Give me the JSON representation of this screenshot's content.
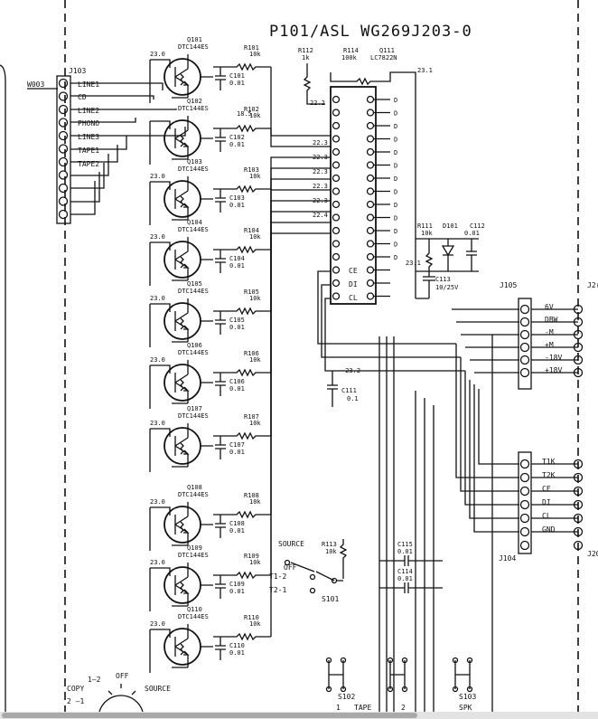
{
  "title": "P101/ASL WG269J203-0",
  "connectors": {
    "w003": "W003",
    "j103": "J103",
    "j103_pins": [
      "LINE1",
      "CD",
      "LINE2",
      "PHONO",
      "LINE3",
      "TAPE1",
      "TAPE2"
    ],
    "j105": "J105",
    "j105_pins": [
      "6V",
      "DBW",
      "-M",
      "+M",
      "-18V",
      "+18V"
    ],
    "j104": "J104",
    "j104_pins": [
      "T1K",
      "T2K",
      "CE",
      "DI",
      "CL",
      "GND"
    ],
    "j2r_top": "J2(",
    "j2r_bot": "J20"
  },
  "transistors": [
    {
      "ref": "Q101",
      "part": "DTC144ES",
      "v": "23.0",
      "r": "R101",
      "rv": "10k",
      "c": "C101",
      "cv": "0.01"
    },
    {
      "ref": "Q102",
      "part": "DTC144ES",
      "v": "18.5",
      "r": "R102",
      "rv": "10k",
      "c": "C102",
      "cv": "0.01"
    },
    {
      "ref": "Q103",
      "part": "DTC144ES",
      "v": "23.0",
      "r": "R103",
      "rv": "10k",
      "c": "C103",
      "cv": "0.01"
    },
    {
      "ref": "Q104",
      "part": "DTC144ES",
      "v": "23.0",
      "r": "R104",
      "rv": "10k",
      "c": "C104",
      "cv": "0.01"
    },
    {
      "ref": "Q105",
      "part": "DTC144ES",
      "v": "23.0",
      "r": "R105",
      "rv": "10k",
      "c": "C105",
      "cv": "0.01"
    },
    {
      "ref": "Q106",
      "part": "DTC144ES",
      "v": "23.0",
      "r": "R106",
      "rv": "10k",
      "c": "C106",
      "cv": "0.01"
    },
    {
      "ref": "Q107",
      "part": "DTC144ES",
      "v": "23.0",
      "r": "R107",
      "rv": "10k",
      "c": "C107",
      "cv": "0.01"
    },
    {
      "ref": "Q108",
      "part": "DTC144ES",
      "v": "23.0",
      "r": "R108",
      "rv": "10k",
      "c": "C108",
      "cv": "0.01"
    },
    {
      "ref": "Q109",
      "part": "DTC144ES",
      "v": "23.0",
      "r": "R109",
      "rv": "10k",
      "c": "C109",
      "cv": "0.01"
    },
    {
      "ref": "Q110",
      "part": "DTC144ES",
      "v": "23.0",
      "r": "R110",
      "rv": "10k",
      "c": "C110",
      "cv": "0.01"
    }
  ],
  "ic": {
    "r112": "R112",
    "r112v": "1k",
    "r114": "R114",
    "r114v": "100k",
    "ref": "Q111",
    "part": "LC7822N",
    "v_top": "23.1",
    "v_left1": "22.2",
    "v_pins": [
      "22.3",
      "22.3",
      "22.3",
      "22.3",
      "22.3",
      "22.4"
    ],
    "ce": "CE",
    "di": "DI",
    "cl": "CL",
    "d": "D"
  },
  "power": {
    "r111": "R111",
    "r111v": "10k",
    "d101": "D101",
    "c112": "C112",
    "c112v": "0.01",
    "v231": "23.1",
    "c113": "C113",
    "c113v": "10/25V",
    "vneg": "-23.2",
    "c111": "C111",
    "c111v": "0.1"
  },
  "switch": {
    "source": "SOURCE",
    "r113": "R113",
    "r113v": "10k",
    "off": "OFF",
    "t12": "T1-2",
    "t21": "T2-1",
    "s101": "S101",
    "c115": "C115",
    "c115v": "0.01",
    "c114": "C114",
    "c114v": "0.01"
  },
  "bottom": {
    "copy": "COPY",
    "k12": "1—2",
    "k21": "2 —1",
    "off": "OFF",
    "source": "SOURCE",
    "s102": "S102",
    "n1": "1",
    "tape": "TAPE",
    "n2": "2",
    "s103": "S103",
    "spk": "SPK"
  }
}
